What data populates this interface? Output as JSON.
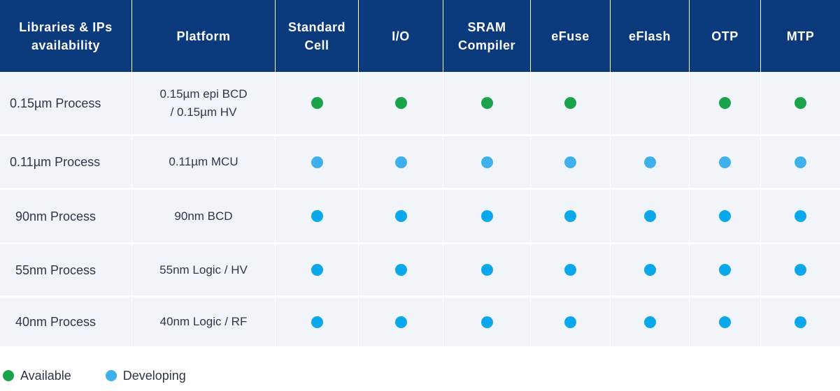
{
  "columns": [
    "Libraries  & IPs\navailability",
    "Platform",
    "Standard\nCell",
    "I/O",
    "SRAM\nCompiler",
    "eFuse",
    "eFlash",
    "OTP",
    "MTP"
  ],
  "colors": {
    "header_bg": "#0a3a7c",
    "row_bg": "#f1f5fa",
    "available": "#1aa34a",
    "developing_light": "#3fb0ec",
    "developing": "#0aa8ea"
  },
  "rows": [
    {
      "process": "0.15µm Process",
      "platform": "0.15µm epi BCD\n/ 0.15µm HV",
      "status": [
        "available",
        "available",
        "available",
        "available",
        "",
        "available",
        "available"
      ]
    },
    {
      "process": "0.11µm Process",
      "platform": "0.11µm MCU",
      "status": [
        "developing",
        "developing",
        "developing",
        "developing",
        "developing",
        "developing",
        "developing"
      ]
    },
    {
      "process": "90nm Process",
      "platform": "90nm BCD",
      "status": [
        "developing",
        "developing",
        "developing",
        "developing",
        "developing",
        "developing",
        "developing"
      ]
    },
    {
      "process": "55nm Process",
      "platform": "55nm Logic / HV",
      "status": [
        "developing",
        "developing",
        "developing",
        "developing",
        "developing",
        "developing",
        "developing"
      ]
    },
    {
      "process": "40nm Process",
      "platform": "40nm Logic / RF",
      "status": [
        "developing",
        "developing",
        "developing",
        "developing",
        "developing",
        "developing",
        "developing"
      ]
    }
  ],
  "legend": {
    "available": "Available",
    "developing": "Developing"
  }
}
